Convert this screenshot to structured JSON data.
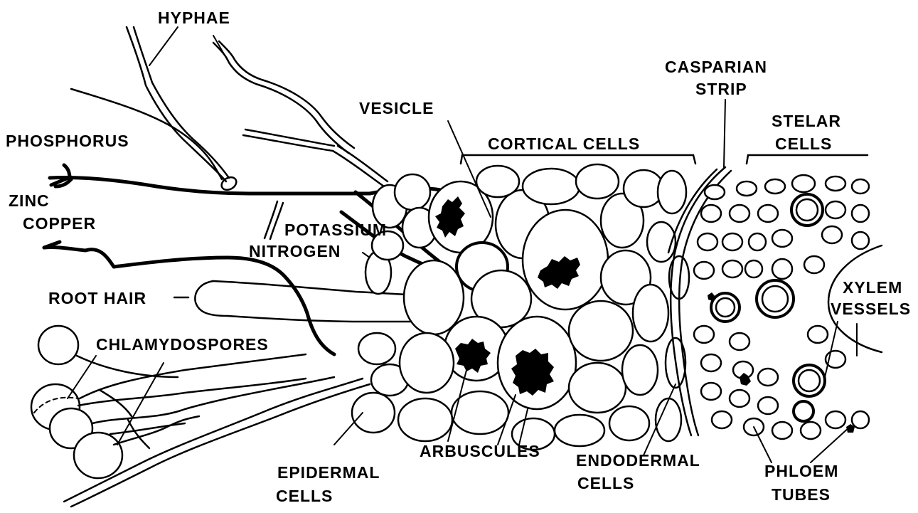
{
  "labels": {
    "hyphae": "HYPHAE",
    "phosphorus": "PHOSPHORUS",
    "zinc": "ZINC",
    "copper": "COPPER",
    "root_hair": "ROOT HAIR",
    "chlamydospores": "CHLAMYDOSPORES",
    "vesicle": "VESICLE",
    "cortical_cells": "CORTICAL CELLS",
    "casparian_line1": "CASPARIAN",
    "casparian_line2": "STRIP",
    "stelar_line1": "STELAR",
    "stelar_line2": "CELLS",
    "potassium": "POTASSIUM",
    "nitrogen": "NITROGEN",
    "xylem_line1": "XYLEM",
    "xylem_line2": "VESSELS",
    "epidermal_line1": "EPIDERMAL",
    "epidermal_line2": "CELLS",
    "arbuscules": "ARBUSCULES",
    "endodermal_line1": "ENDODERMAL",
    "endodermal_line2": "CELLS",
    "phloem_line1": "PHLOEM",
    "phloem_line2": "TUBES"
  }
}
